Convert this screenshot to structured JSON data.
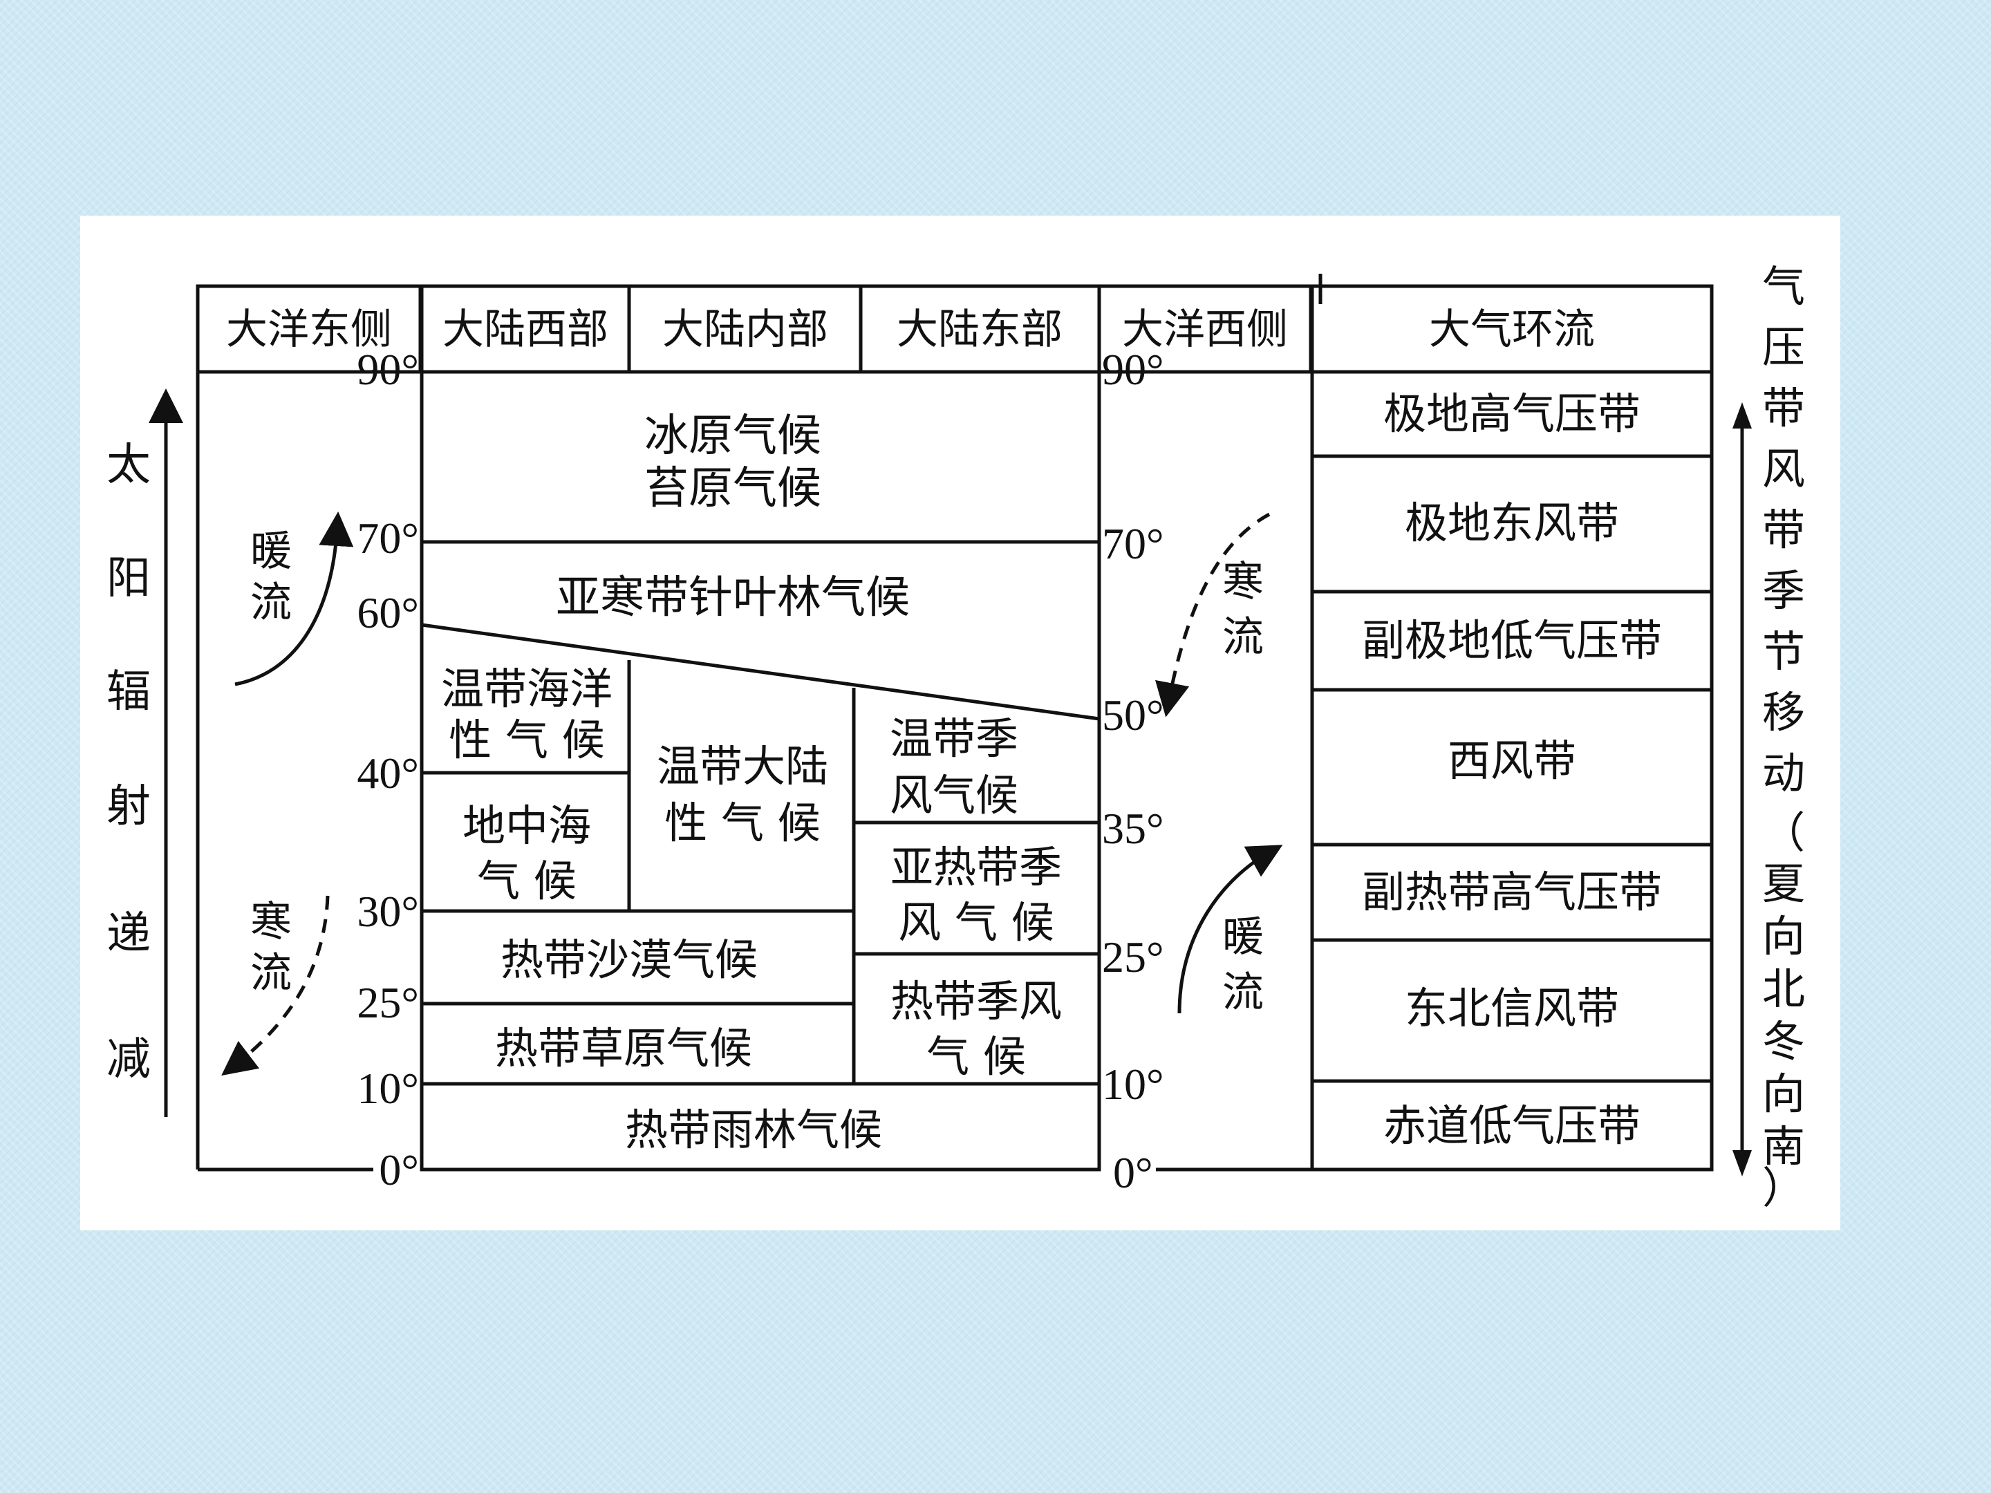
{
  "headers": {
    "ocean_east": "大洋东侧",
    "continent_west": "大陆西部",
    "continent_interior": "大陆内部",
    "continent_east": "大陆东部",
    "ocean_west": "大洋西侧",
    "circulation": "大气环流"
  },
  "left_latitudes": [
    "90°",
    "70°",
    "60°",
    "40°",
    "30°",
    "25°",
    "10°",
    "0°"
  ],
  "right_latitudes": [
    "90°",
    "70°",
    "50°",
    "35°",
    "25°",
    "10°",
    "0°"
  ],
  "climates": {
    "ice_cap": "冰原气候",
    "tundra": "苔原气候",
    "subarctic": "亚寒带针叶林气候",
    "marine_1": "温带海洋",
    "marine_2": "性 气 候",
    "temperate_continental_1": "温带大陆",
    "temperate_continental_2": "性 气 候",
    "temperate_monsoon_1": "温带季",
    "temperate_monsoon_2": "风气候",
    "mediterranean_1": "地中海",
    "mediterranean_2": "气 候",
    "subtropical_monsoon_1": "亚热带季",
    "subtropical_monsoon_2": "风 气 候",
    "tropical_desert": "热带沙漠气候",
    "tropical_savanna": "热带草原气候",
    "tropical_monsoon_1": "热带季风",
    "tropical_monsoon_2": "气 候",
    "tropical_rainforest": "热带雨林气候"
  },
  "circulation_belts": [
    "极地高气压带",
    "极地东风带",
    "副极地低气压带",
    "西风带",
    "副热带高气压带",
    "东北信风带",
    "赤道低气压带"
  ],
  "currents": {
    "left_warm": [
      "暖",
      "流"
    ],
    "left_cold": [
      "寒",
      "流"
    ],
    "right_cold": [
      "寒",
      "流"
    ],
    "right_warm": [
      "暖",
      "流"
    ]
  },
  "side_labels": {
    "left": [
      "太",
      "阳",
      "辐",
      "射",
      "递",
      "减"
    ],
    "right_top": [
      "气",
      "压",
      "带",
      "风",
      "带",
      "季",
      "节",
      "移",
      "动"
    ],
    "right_bottom": [
      "（",
      "夏",
      "向",
      "北",
      "冬",
      "向",
      "南",
      "）"
    ]
  }
}
